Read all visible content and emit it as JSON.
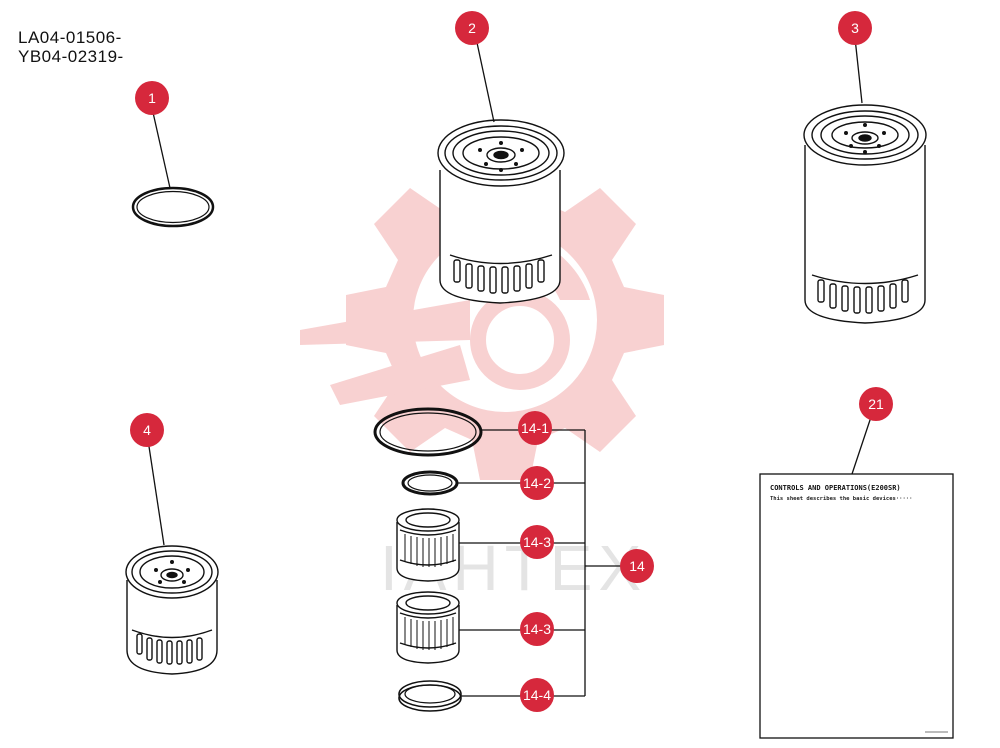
{
  "header": {
    "code_lines": [
      "LA04-01506-",
      "YB04-02319-"
    ]
  },
  "callouts": {
    "c1": "1",
    "c2": "2",
    "c3": "3",
    "c4": "4",
    "c14": "14",
    "c14_1": "14-1",
    "c14_2": "14-2",
    "c14_3a": "14-3",
    "c14_3b": "14-3",
    "c14_4": "14-4",
    "c21": "21"
  },
  "document_sheet": {
    "title": "CONTROLS AND OPERATIONS(E200SR)",
    "subtitle": "This sheet describes the basic devices·····"
  },
  "watermark": {
    "text": "IAHTEX",
    "gear_color": "#f7c9c9",
    "text_color": "#e4e4e4"
  },
  "colors": {
    "callout_fill": "#d6283c",
    "line": "#111111"
  }
}
